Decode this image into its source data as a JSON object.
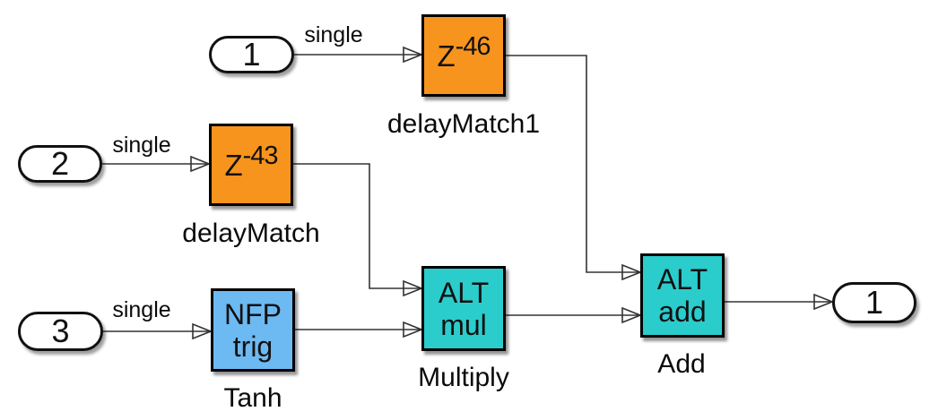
{
  "colors": {
    "delay_block_fill": "#F7941E",
    "trig_block_fill": "#6DB9F2",
    "alt_block_fill": "#2BCCCC",
    "block_border": "#000000",
    "wire": "#333333",
    "background": "#FFFFFF"
  },
  "inports": [
    {
      "label": "1",
      "signal_label": "single"
    },
    {
      "label": "2",
      "signal_label": "single"
    },
    {
      "label": "3",
      "signal_label": "single"
    }
  ],
  "outports": [
    {
      "label": "1"
    }
  ],
  "blocks": {
    "delay_match1": {
      "icon_base": "Z",
      "icon_exponent": "-46",
      "name": "delayMatch1"
    },
    "delay_match": {
      "icon_base": "Z",
      "icon_exponent": "-43",
      "name": "delayMatch"
    },
    "tanh": {
      "icon_line1": "NFP",
      "icon_line2": "trig",
      "name": "Tanh"
    },
    "multiply": {
      "icon_line1": "ALT",
      "icon_line2": "mul",
      "name": "Multiply"
    },
    "add": {
      "icon_line1": "ALT",
      "icon_line2": "add",
      "name": "Add"
    }
  }
}
